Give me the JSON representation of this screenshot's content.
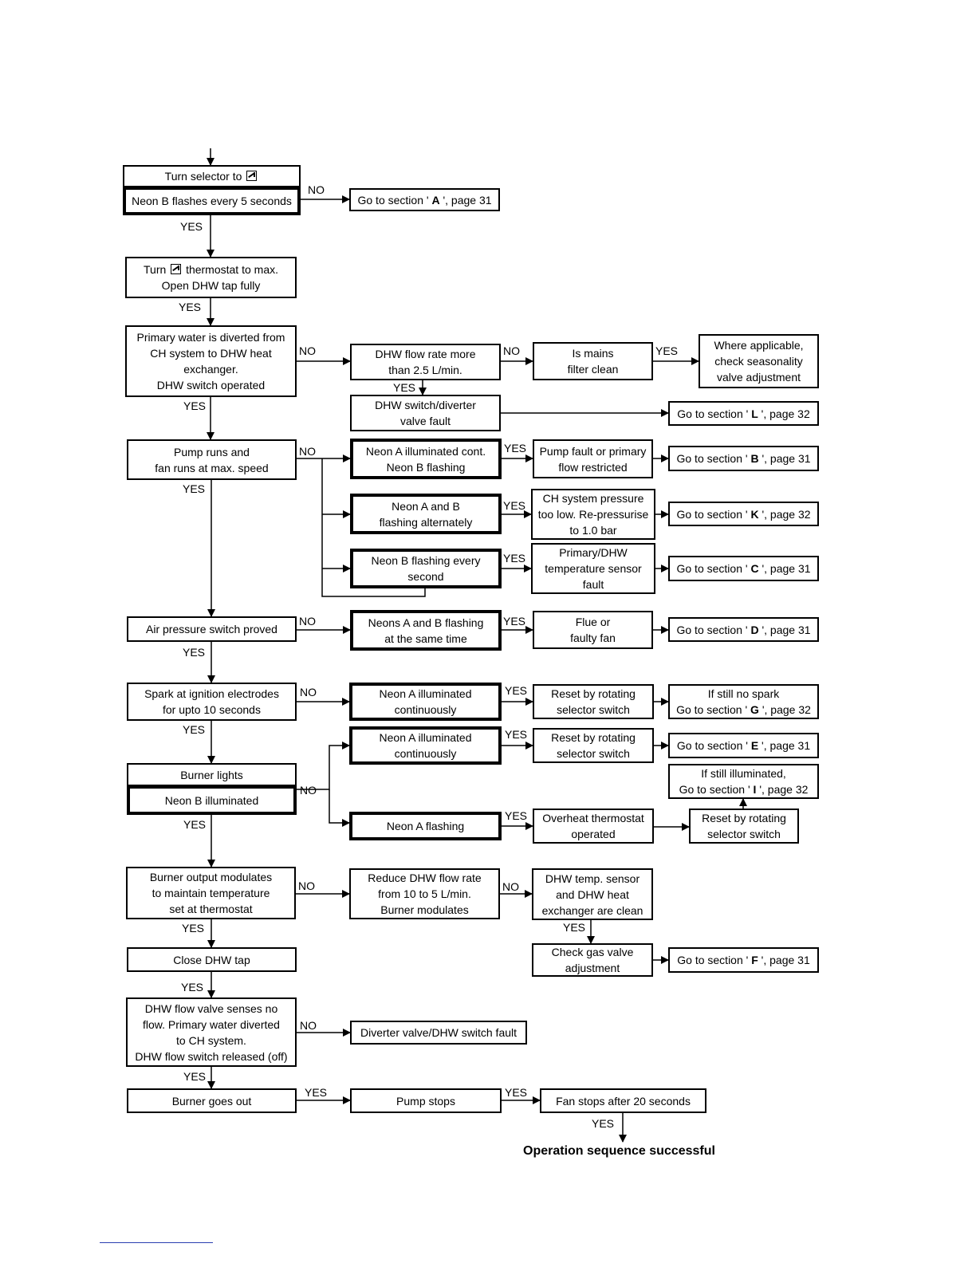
{
  "nodes": {
    "turn_selector": "Turn selector to",
    "neon_b_5s": "Neon B flashes every 5 seconds",
    "section_a": [
      "Go to section ' ",
      "A",
      " ', page 31"
    ],
    "turn_thermostat_a": "Turn",
    "turn_thermostat_b": "thermostat to max.",
    "open_tap": "Open DHW tap fully",
    "primary_diverted": [
      "Primary water is diverted from",
      "CH system to DHW heat",
      "exchanger.",
      "DHW switch operated"
    ],
    "dhw_flow_rate": [
      "DHW flow rate more",
      "than 2.5 L/min."
    ],
    "mains_filter": [
      "Is mains",
      "filter clean"
    ],
    "seasonality": [
      "Where applicable,",
      "check seasonality",
      "valve adjustment"
    ],
    "dhw_diverter_fault": [
      "DHW switch/diverter",
      "valve fault"
    ],
    "section_l": [
      "Go to section ' ",
      "L",
      " ', page 32"
    ],
    "pump_runs": [
      "Pump runs and",
      "fan runs at max. speed"
    ],
    "neon_a_cont_b_flash": [
      "Neon A illuminated cont.",
      "Neon B flashing"
    ],
    "pump_fault": [
      "Pump fault or primary",
      "flow restricted"
    ],
    "section_b": [
      "Go to section ' ",
      "B",
      " ', page 31"
    ],
    "neon_ab_alternate": [
      "Neon A and B",
      "flashing alternately"
    ],
    "ch_pressure": [
      "CH system pressure",
      "too low. Re-pressurise",
      "to 1.0 bar"
    ],
    "section_k": [
      "Go to section ' ",
      "K",
      " ', page 32"
    ],
    "neon_b_every_second": [
      "Neon B flashing every",
      "second"
    ],
    "temp_sensor_fault": [
      "Primary/DHW",
      "temperature sensor",
      "fault"
    ],
    "section_c": [
      "Go to section ' ",
      "C",
      " ', page 31"
    ],
    "air_pressure": "Air pressure switch proved",
    "neons_same_time": [
      "Neons A and B flashing",
      "at the same time"
    ],
    "flue_fan": [
      "Flue or",
      "faulty fan"
    ],
    "section_d": [
      "Go to section ' ",
      "D",
      " ', page 31"
    ],
    "spark": [
      "Spark at ignition electrodes",
      "for upto 10 seconds"
    ],
    "neon_a_cont_1": [
      "Neon A illuminated",
      "continuously"
    ],
    "reset_1": [
      "Reset by rotating",
      "selector switch"
    ],
    "no_spark_g": [
      "If still no spark",
      "Go to section ' ",
      "G",
      " ', page 32"
    ],
    "neon_a_cont_2": [
      "Neon A illuminated",
      "continuously"
    ],
    "reset_2": [
      "Reset by rotating",
      "selector switch"
    ],
    "section_e": [
      "Go to section ' ",
      "E",
      " ', page 31"
    ],
    "still_illuminated_i": [
      "If still illuminated,",
      "Go to section ' ",
      "I",
      " ', page 32"
    ],
    "burner_lights": "Burner lights",
    "neon_b_illuminated": "Neon B illuminated",
    "neon_a_flashing": "Neon A flashing",
    "overheat": [
      "Overheat thermostat",
      "operated"
    ],
    "reset_3": [
      "Reset by rotating",
      "selector switch"
    ],
    "burner_modulates": [
      "Burner output modulates",
      "to maintain temperature",
      "set at thermostat"
    ],
    "reduce_flow": [
      "Reduce DHW flow rate",
      "from 10 to 5 L/min.",
      "Burner modulates"
    ],
    "dhw_sensor_clean": [
      "DHW temp. sensor",
      "and DHW heat",
      "exchanger are clean"
    ],
    "check_gas": [
      "Check gas valve",
      "adjustment"
    ],
    "section_f": [
      "Go to section ' ",
      "F",
      " ', page 31"
    ],
    "close_tap": "Close DHW tap",
    "flow_valve_senses": [
      "DHW flow valve senses no",
      "flow. Primary water diverted",
      "to CH system.",
      "DHW flow switch released (off)"
    ],
    "diverter_fault": "Diverter valve/DHW switch fault",
    "burner_out": "Burner goes out",
    "pump_stops": "Pump stops",
    "fan_stops": "Fan stops after 20 seconds",
    "success": "Operation sequence successful"
  },
  "labels": {
    "yes": "YES",
    "no": "NO"
  }
}
